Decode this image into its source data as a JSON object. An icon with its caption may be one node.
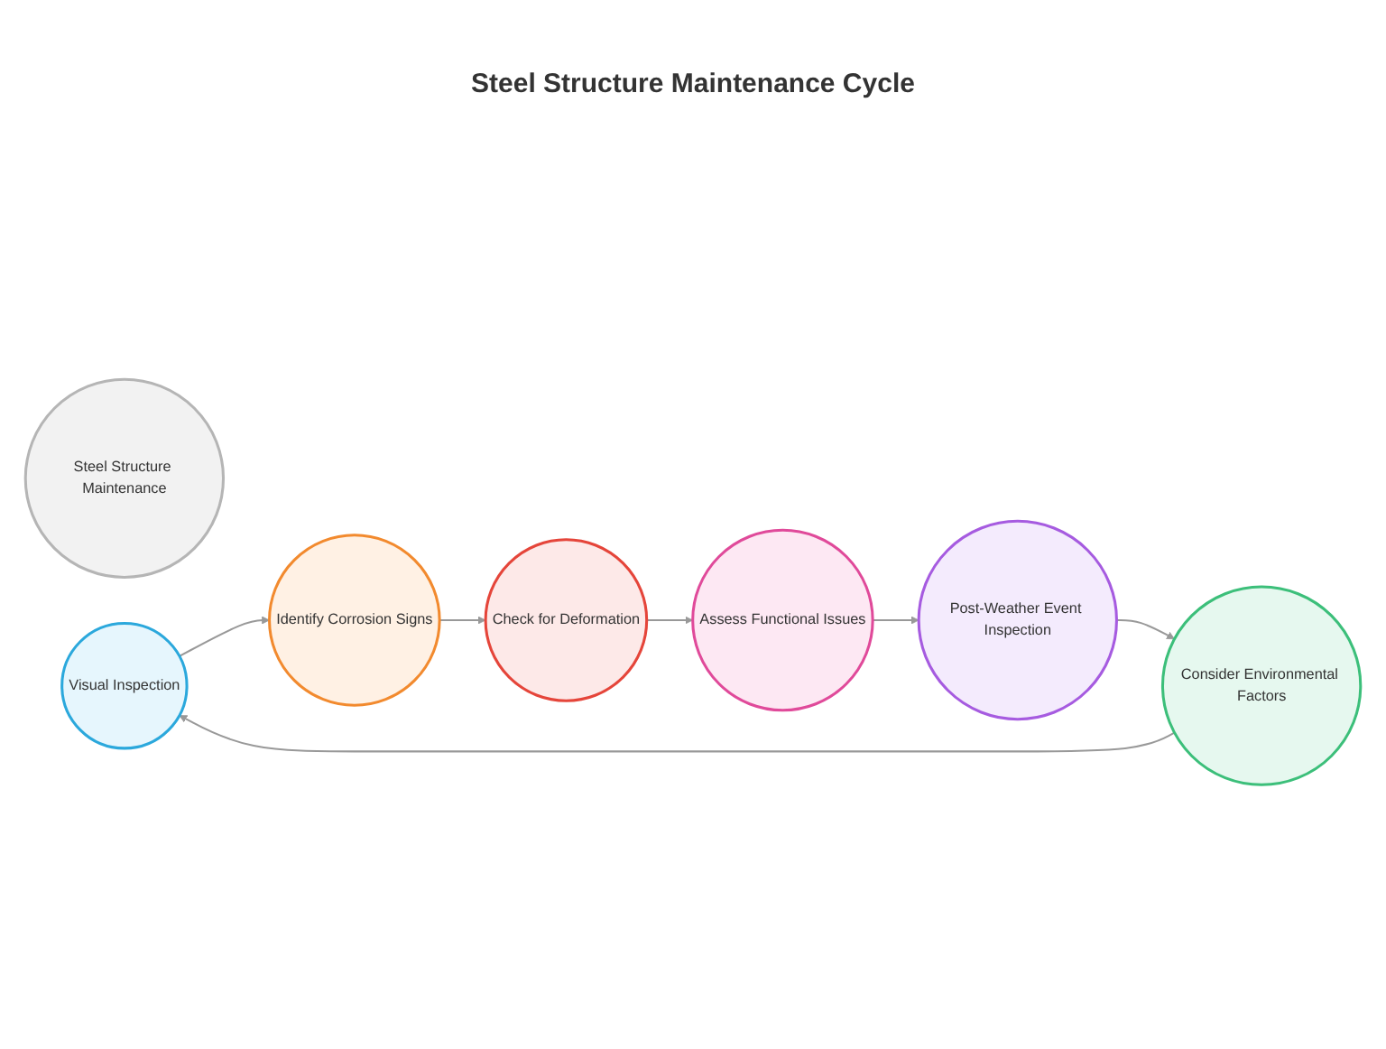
{
  "diagram": {
    "title": "Steel Structure Maintenance Cycle",
    "nodes": [
      {
        "text": [
          "Steel Structure Maintenance"
        ]
      },
      {
        "text": [
          "Visual Inspection"
        ]
      },
      {
        "text": [
          "Identify Corrosion Signs"
        ]
      },
      {
        "text": [
          "Check for Deformation"
        ]
      },
      {
        "text": [
          "Assess Functional Issues"
        ]
      },
      {
        "text": [
          "Post-Weather Event Inspection"
        ]
      },
      {
        "text": [
          "Consider Environmental Factors"
        ]
      }
    ],
    "edges": [
      {
        "from": 1,
        "to": 2,
        "arrow": "to"
      },
      {
        "from": 2,
        "to": 3,
        "arrow": "to"
      },
      {
        "from": 3,
        "to": 4,
        "arrow": "to"
      },
      {
        "from": 4,
        "to": 5,
        "arrow": "to"
      },
      {
        "from": 5,
        "to": 6,
        "arrow": "to"
      },
      {
        "from": 6,
        "to": 1,
        "arrow": "to"
      }
    ]
  }
}
